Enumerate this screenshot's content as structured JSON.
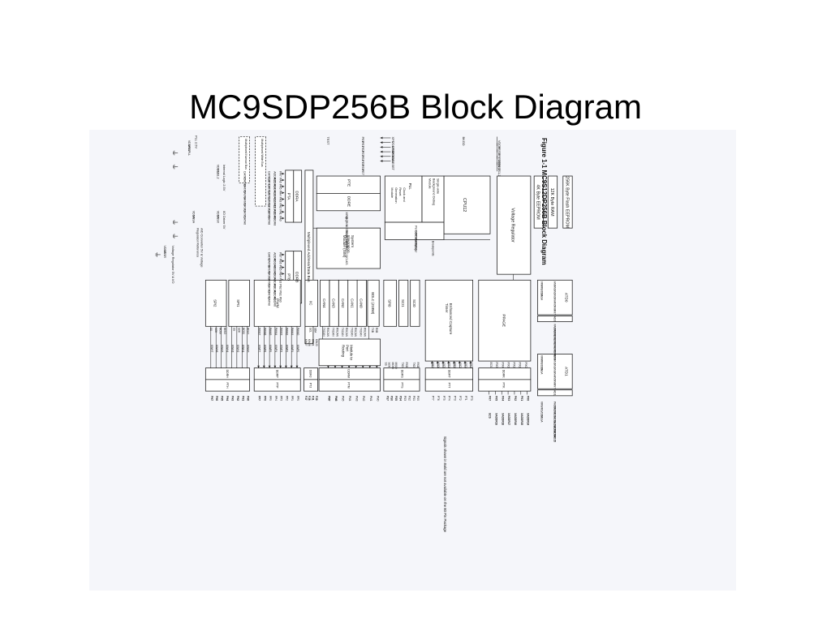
{
  "slide": {
    "title": "MC9SDP256B Block Diagram"
  },
  "figure": {
    "caption": "Figure 1-1  MC9S12DP256B Block Diagram",
    "footnote": "Signals shown in Bold are not available on the 80 Pin Package",
    "modules": {
      "flash": "256K Byte Flash EEPROM",
      "ram": "12K Byte RAM",
      "eeprom": "4K Byte EEPROM",
      "vreg": "Voltage Regulator",
      "cpu": "CPU12",
      "bdm": "Single-wire Background Debug Module",
      "pll": "PLL",
      "crg": "Clock and Reset Generation Module",
      "periodic": "Periodic Interrupt",
      "cop": "COP Watchdog",
      "clkmon": "Clock Monitor",
      "breakpoints": "Breakpoints",
      "sim": "System Integration Module (SIM)",
      "mux_bus": "Multiplexed Address/Data Bus",
      "pte": "PTE",
      "ddre": "DDRE",
      "pta": "PTA",
      "ddra": "DDRA",
      "ptb": "PTB",
      "ddrb": "DDRB",
      "atd0": "ATD0",
      "ad0": "AD0",
      "atd1": "ATD1",
      "ad1": "AD1",
      "ppage": "PPAGE",
      "ect": "Enhanced Capture Timer",
      "sci0": "SCI0",
      "sci1": "SCI1",
      "spi0": "SPI0",
      "bdlc": "BDLC (J1850)",
      "can0": "CAN0",
      "can1": "CAN1",
      "can2": "CAN2",
      "can3": "CAN3",
      "can4": "CAN4",
      "iic": "IIC",
      "pwm": "PWM",
      "spi1": "SPI1",
      "spi2": "SPI2",
      "routing": "Module to Port Routing"
    },
    "ports": {
      "ddrh": "DDRH",
      "pth": "PTH",
      "ddrp": "DDRP",
      "ptp": "PTP",
      "ddrj": "DDRJ",
      "ptj": "PTJ",
      "ddrm": "DDRM",
      "ptm": "PTM",
      "ddrs": "DDRS",
      "pts": "PTS",
      "ddrt": "DDRT",
      "ptt": "PTT",
      "ddrk": "DDRK",
      "ptk": "PTK"
    },
    "notes": {
      "narrow_bus": "Multiplexed Narrow Bus",
      "wide_bus": "Multiplexed Wide Bus",
      "internal_logic": "Internal Logic 2.5V",
      "io_driver": "I/O Driver 5V",
      "pll_supply": "PLL 2.5V",
      "atd_supply": "A/D Converter 5V & Voltage Regulator Reference",
      "vreg_supply": "Voltage Regulator 5V & I/O"
    },
    "pins": {
      "power_top": [
        "VDDR",
        "VSSR",
        "VREGEN",
        "VDD1,2",
        "VSS1,2"
      ],
      "bkgd": "BKGD",
      "clock": [
        "XFC",
        "VDDPLL",
        "VSSPLL",
        "EXTAL",
        "XTAL",
        "RESET"
      ],
      "pe": [
        "PE0",
        "PE1",
        "PE2",
        "PE3",
        "PE4",
        "PE5",
        "PE6",
        "PE7"
      ],
      "test": "TEST",
      "pe_functions": [
        "XIRQ",
        "IRQ",
        "R/W",
        "LSTRB",
        "ECLK",
        "MODA",
        "MODB",
        "NOACC/XCLKS"
      ],
      "narrow_data": [
        "DATA7",
        "DATA6",
        "DATA5",
        "DATA4",
        "DATA3",
        "DATA2",
        "DATA1",
        "DATA0"
      ],
      "wide_data_hi": [
        "DATA15",
        "DATA14",
        "DATA13",
        "DATA12",
        "DATA11",
        "DATA10",
        "DATA9",
        "DATA8"
      ],
      "wide_data_lo": [
        "DATA7",
        "DATA6",
        "DATA5",
        "DATA4",
        "DATA3",
        "DATA2",
        "DATA1",
        "DATA0"
      ],
      "addr_hi": [
        "ADDR15",
        "ADDR14",
        "ADDR13",
        "ADDR12",
        "ADDR11",
        "ADDR10",
        "ADDR9",
        "ADDR8"
      ],
      "addr_lo": [
        "ADDR7",
        "ADDR6",
        "ADDR5",
        "ADDR4",
        "ADDR3",
        "ADDR2",
        "ADDR1",
        "ADDR0"
      ],
      "pa": [
        "PA7",
        "PA6",
        "PA5",
        "PA4",
        "PA3",
        "PA2",
        "PA1",
        "PA0"
      ],
      "pb": [
        "PB7",
        "PB6",
        "PB5",
        "PB4",
        "PB3",
        "PB2",
        "PB1",
        "PB0"
      ],
      "pll_power": [
        "VDDPLL",
        "VSSPLL"
      ],
      "core_power": [
        "VDD1,2",
        "VSS1,2"
      ],
      "io_power": [
        "VDDX",
        "VSSX"
      ],
      "atd_power": [
        "VDDA",
        "VSSA"
      ],
      "vreg_power": [
        "VDDR",
        "VSSR"
      ],
      "atd0_an": [
        "AN0",
        "AN1",
        "AN2",
        "AN3",
        "AN4",
        "AN5",
        "AN6",
        "AN7"
      ],
      "atd0_ref": [
        "VRH",
        "VRL",
        "VDDA",
        "VSSA"
      ],
      "pad0": [
        "PAD00",
        "PAD01",
        "PAD02",
        "PAD03",
        "PAD04",
        "PAD05",
        "PAD06",
        "PAD07"
      ],
      "atd1_an": [
        "AN0",
        "AN1",
        "AN2",
        "AN3",
        "AN4",
        "AN5",
        "AN6",
        "AN7"
      ],
      "atd1_ref": [
        "VRH",
        "VRL",
        "VDDA",
        "VSSA"
      ],
      "pad1": [
        "PAD08",
        "PAD09",
        "PAD10",
        "PAD11",
        "PAD12",
        "PAD13",
        "PAD14",
        "PAD15"
      ],
      "atd1_pins_bottom": [
        "VRH",
        "VRL",
        "VDDA",
        "VSSA"
      ],
      "pk_sig": [
        "PIX0",
        "PIX1",
        "PIX2",
        "PIX3",
        "PIX4",
        "PIX5",
        "ECS"
      ],
      "ptk_bits": [
        "PK0",
        "PK1",
        "PK2",
        "PK3",
        "PK4",
        "PK5",
        "PK7"
      ],
      "xaddr": [
        "XADDR14",
        "XADDR15",
        "XADDR16",
        "XADDR17",
        "XADDR18",
        "XADDR19",
        "ECS"
      ],
      "ioc": [
        "IOC0",
        "IOC1",
        "IOC2",
        "IOC3",
        "IOC4",
        "IOC5",
        "IOC6",
        "IOC7"
      ],
      "pt": [
        "PT0",
        "PT1",
        "PT2",
        "PT3",
        "PT4",
        "PT5",
        "PT6",
        "PT7"
      ],
      "sci0_sig": [
        "RXD",
        "TXD"
      ],
      "sci1_sig": [
        "RXD",
        "TXD"
      ],
      "spi0_sig": [
        "MISO",
        "MOSI",
        "SCK",
        "SS"
      ],
      "ps": [
        "PS0",
        "PS1",
        "PS2",
        "PS3",
        "PS4",
        "PS5",
        "PS6",
        "PS7"
      ],
      "bdlc_sig": [
        "RXB",
        "TXB"
      ],
      "can_sig": [
        "RXCAN",
        "TXCAN"
      ],
      "pm": [
        "PM0",
        "PM1",
        "PM2",
        "PM3",
        "PM4",
        "PM5",
        "PM6",
        "PM7"
      ],
      "iic_sig": [
        "SDA",
        "SCL"
      ],
      "kwj": [
        "KWJ0",
        "KWJ1",
        "KWJ6",
        "KWJ7"
      ],
      "pj": [
        "PJ0",
        "PJ1",
        "PJ6",
        "PJ7"
      ],
      "pwm_sig": [
        "PWM0",
        "PWM1",
        "PWM2",
        "PWM3",
        "PWM4",
        "PWM5",
        "PWM6",
        "PWM7"
      ],
      "kwp": [
        "KWP0",
        "KWP1",
        "KWP2",
        "KWP3",
        "KWP4",
        "KWP5",
        "KWP6",
        "KWP7"
      ],
      "pp": [
        "PP0",
        "PP1",
        "PP2",
        "PP3",
        "PP4",
        "PP5",
        "PP6",
        "PP7"
      ],
      "spi1_sig": [
        "MISO",
        "MOSI",
        "SCK",
        "SS"
      ],
      "spi2_sig": [
        "MISO",
        "MOSI",
        "SCK",
        "SS"
      ],
      "kwh": [
        "KWH0",
        "KWH1",
        "KWH2",
        "KWH3",
        "KWH4",
        "KWH5",
        "KWH6",
        "KWH7"
      ],
      "ph": [
        "PH0",
        "PH1",
        "PH2",
        "PH3",
        "PH4",
        "PH5",
        "PH6",
        "PH7"
      ]
    }
  }
}
